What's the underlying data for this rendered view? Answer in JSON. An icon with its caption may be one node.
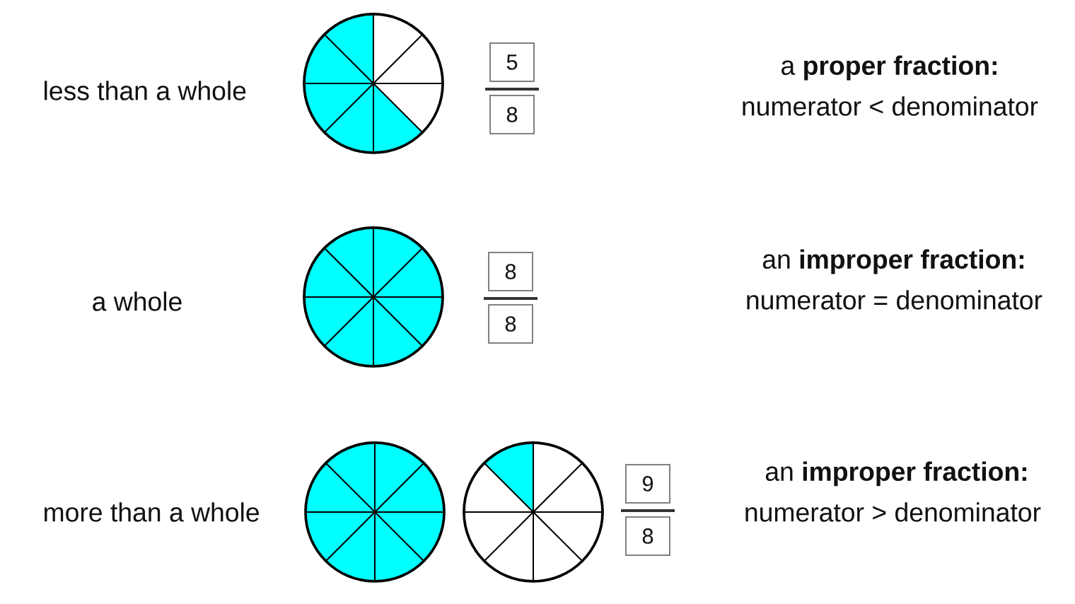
{
  "diagram": {
    "nodes": [
      {
        "text": [
          "5"
        ]
      },
      {
        "text": [
          "8"
        ]
      },
      {
        "text": [
          "8"
        ]
      },
      {
        "text": [
          "8"
        ]
      },
      {
        "text": [
          "9"
        ]
      },
      {
        "text": [
          "8"
        ]
      }
    ],
    "labels": [
      "less than a whole",
      "a **proper fraction:**",
      "numerator < denominator",
      "a whole",
      "an **improper fraction:**",
      "numerator = denominator",
      "more than a whole",
      "an **improper fraction:**",
      "numerator > denominator"
    ]
  }
}
